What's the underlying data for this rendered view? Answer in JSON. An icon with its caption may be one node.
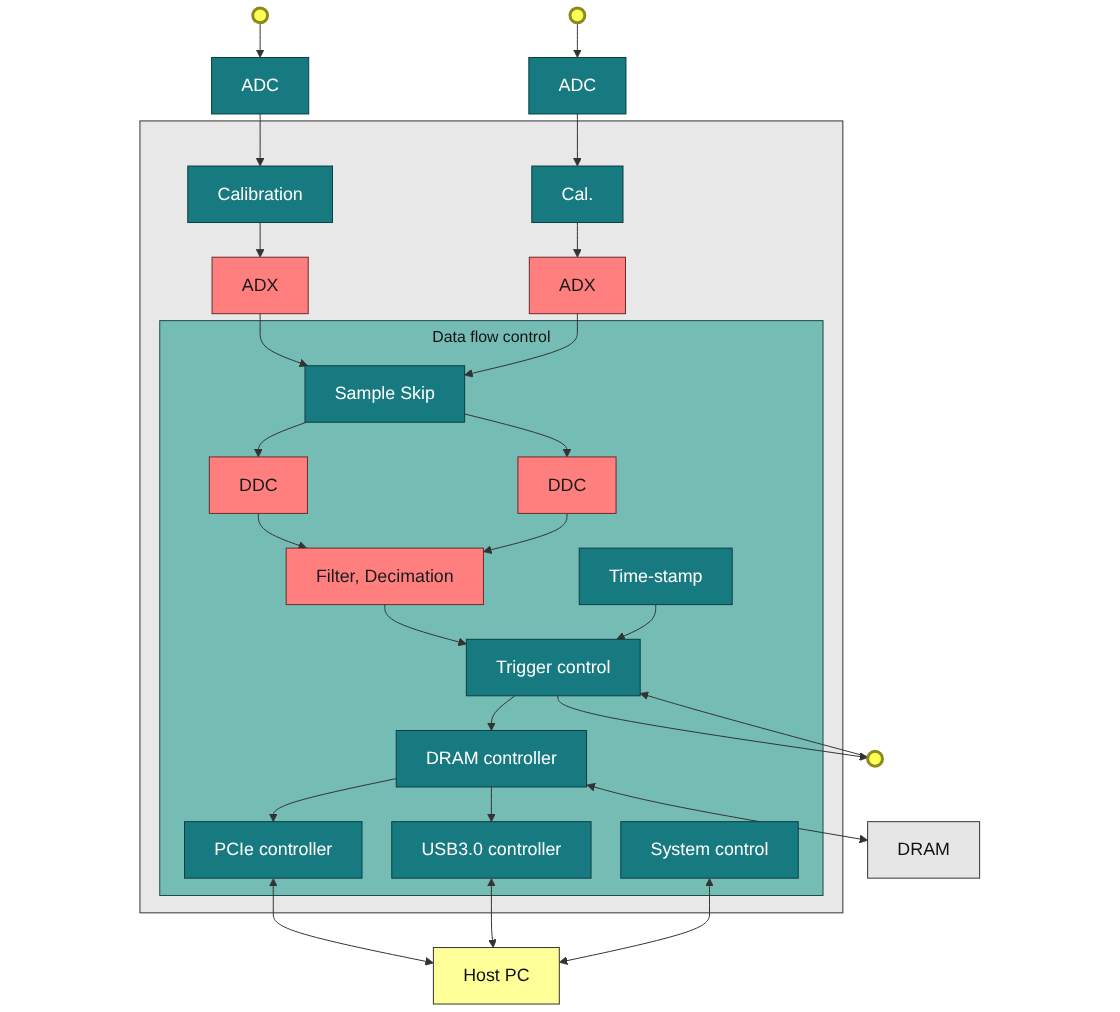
{
  "diagram": {
    "nodes": [
      {
        "text": [],
        "shape": "circle"
      },
      {
        "text": [
          "ADC"
        ]
      },
      {
        "text": [
          "ADC"
        ]
      },
      {
        "text": [],
        "shape": "circle"
      },
      {
        "text": [],
        "shape": "box"
      },
      {
        "text": [
          "Calibration"
        ],
        "in": 4
      },
      {
        "text": [
          "Cal."
        ],
        "in": 4
      },
      {
        "text": [
          "ADX"
        ],
        "in": 4
      },
      {
        "text": [
          "ADX"
        ],
        "in": 4
      },
      {
        "text": [
          "Data flow control"
        ],
        "in": 4
      },
      {
        "text": [
          "Sample Skip"
        ],
        "in": 9
      },
      {
        "text": [
          "DDC"
        ],
        "in": 9
      },
      {
        "text": [
          "DDC"
        ],
        "in": 9
      },
      {
        "text": [
          "Filter, Decimation"
        ],
        "in": 9
      },
      {
        "text": [
          "Trigger control"
        ],
        "in": 9
      },
      {
        "text": [
          "Time-stamp"
        ],
        "in": 9
      },
      {
        "text": [
          "DRAM controller"
        ],
        "in": 9
      },
      {
        "text": [
          "PCIe controller"
        ],
        "in": 9
      },
      {
        "text": [
          "USB3.0 controller"
        ],
        "in": 9
      },
      {
        "text": [
          "System control"
        ],
        "in": 9
      },
      {
        "text": [],
        "shape": "circle"
      },
      {
        "text": [
          "DRAM"
        ]
      },
      {
        "text": [
          "Host PC"
        ]
      }
    ],
    "edges": [
      {
        "from": 0,
        "to": 1,
        "arrow": "to"
      },
      {
        "from": 3,
        "to": 2,
        "arrow": "to"
      },
      {
        "from": 1,
        "to": 5,
        "arrow": "to"
      },
      {
        "from": 2,
        "to": 6,
        "arrow": "to"
      },
      {
        "from": 5,
        "to": 7,
        "arrow": "to"
      },
      {
        "from": 6,
        "to": 8,
        "arrow": "to"
      },
      {
        "from": 7,
        "to": 10,
        "arrow": "to"
      },
      {
        "from": 8,
        "to": 10,
        "arrow": "to"
      },
      {
        "from": 10,
        "to": 11,
        "arrow": "to"
      },
      {
        "from": 10,
        "to": 12,
        "arrow": "to"
      },
      {
        "from": 11,
        "to": 13,
        "arrow": "to"
      },
      {
        "from": 12,
        "to": 13,
        "arrow": "to"
      },
      {
        "from": 13,
        "to": 14,
        "arrow": "to"
      },
      {
        "from": 20,
        "to": 14,
        "arrow": "to"
      },
      {
        "from": 14,
        "to": 20,
        "arrow": "to"
      },
      {
        "from": 15,
        "to": 14,
        "arrow": "to"
      },
      {
        "from": 14,
        "to": 16,
        "arrow": "to"
      },
      {
        "from": 16,
        "to": 17,
        "arrow": "to"
      },
      {
        "from": 16,
        "to": 18,
        "arrow": "to"
      },
      {
        "from": 16,
        "to": 21,
        "arrow": "both"
      },
      {
        "from": 17,
        "to": 22,
        "arrow": "both"
      },
      {
        "from": 18,
        "to": 22,
        "arrow": "both"
      },
      {
        "from": 19,
        "to": 22,
        "arrow": "both"
      }
    ]
  }
}
